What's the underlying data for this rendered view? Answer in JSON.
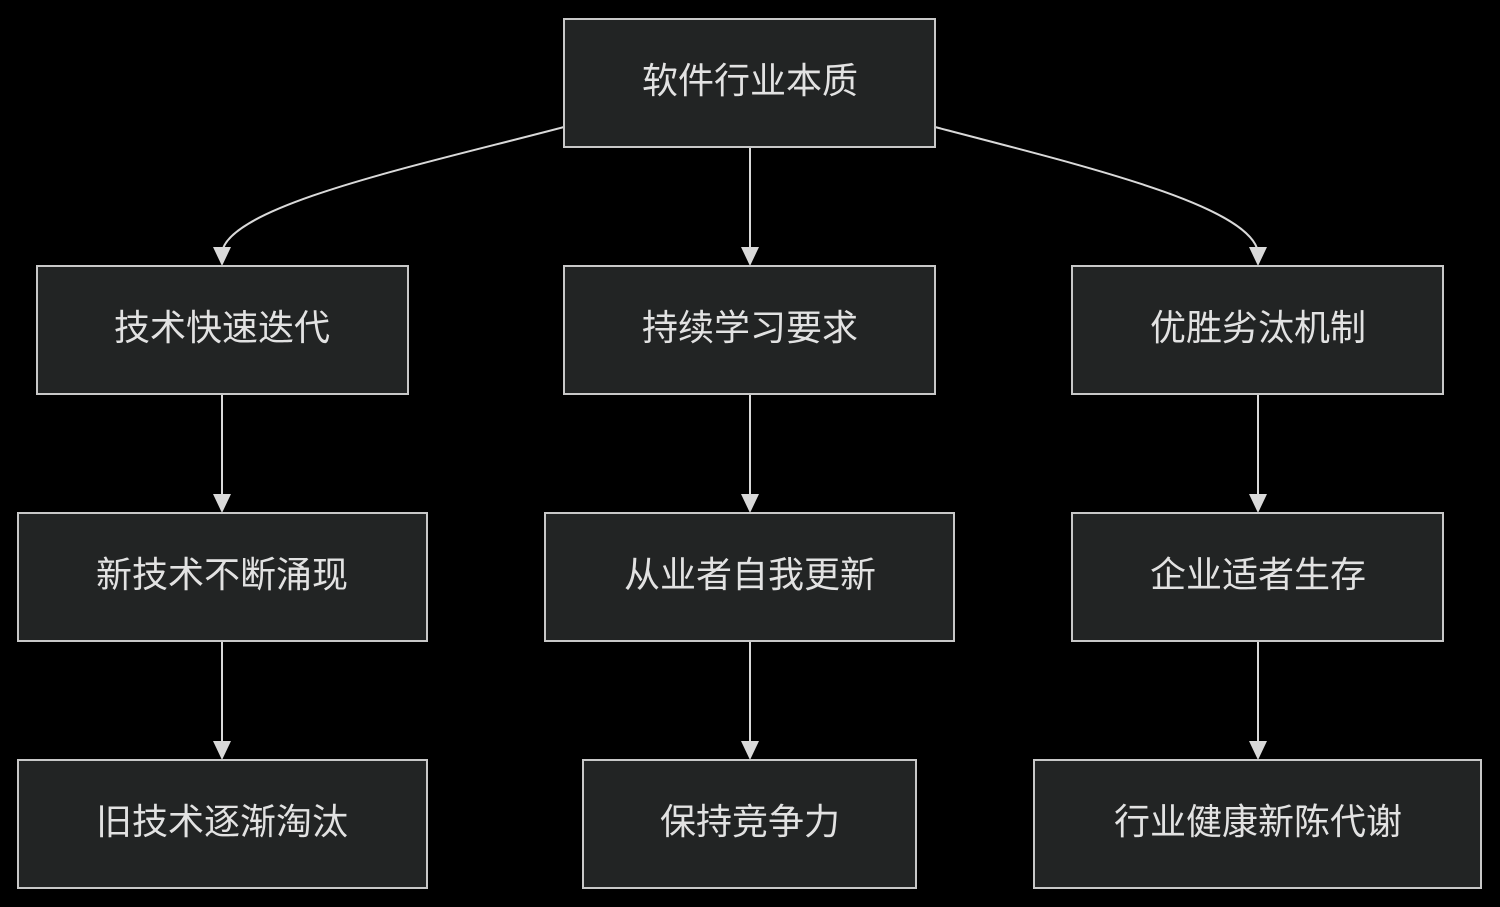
{
  "diagram": {
    "root": {
      "label": "软件行业本质"
    },
    "branches": [
      {
        "label": "技术快速迭代",
        "children": [
          {
            "label": "新技术不断涌现"
          },
          {
            "label": "旧技术逐渐淘汰"
          }
        ]
      },
      {
        "label": "持续学习要求",
        "children": [
          {
            "label": "从业者自我更新"
          },
          {
            "label": "保持竞争力"
          }
        ]
      },
      {
        "label": "优胜劣汰机制",
        "children": [
          {
            "label": "企业适者生存"
          },
          {
            "label": "行业健康新陈代谢"
          }
        ]
      }
    ],
    "colors": {
      "background": "#000000",
      "node_fill": "#222424",
      "node_border": "#c8c8c8",
      "text": "#e2e2e2",
      "edge": "#d9d9d9"
    }
  }
}
